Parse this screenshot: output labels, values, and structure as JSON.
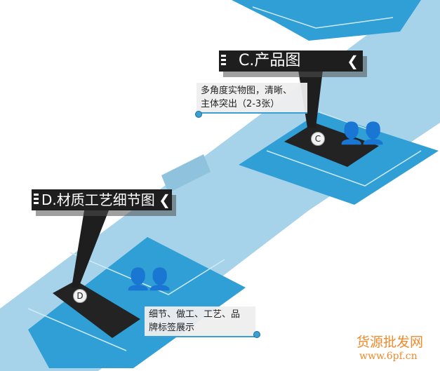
{
  "steps": [
    {
      "id": "C",
      "title": "C.产品图",
      "description_lines": [
        "多角度实物图，清晰、",
        "主体突出（2-3张）"
      ],
      "badge": "C"
    },
    {
      "id": "D",
      "title": "D.材质工艺细节图",
      "description_lines": [
        "细节、做工、工艺、品",
        "牌标签展示"
      ],
      "badge": "D"
    }
  ],
  "watermark": {
    "name": "货源批发网",
    "url": "www.6pf.cn"
  },
  "colors": {
    "platform": "#2f9fd6",
    "band": "#a6d3ea",
    "tile": "#232323",
    "watermark": "#ef8a2b"
  }
}
